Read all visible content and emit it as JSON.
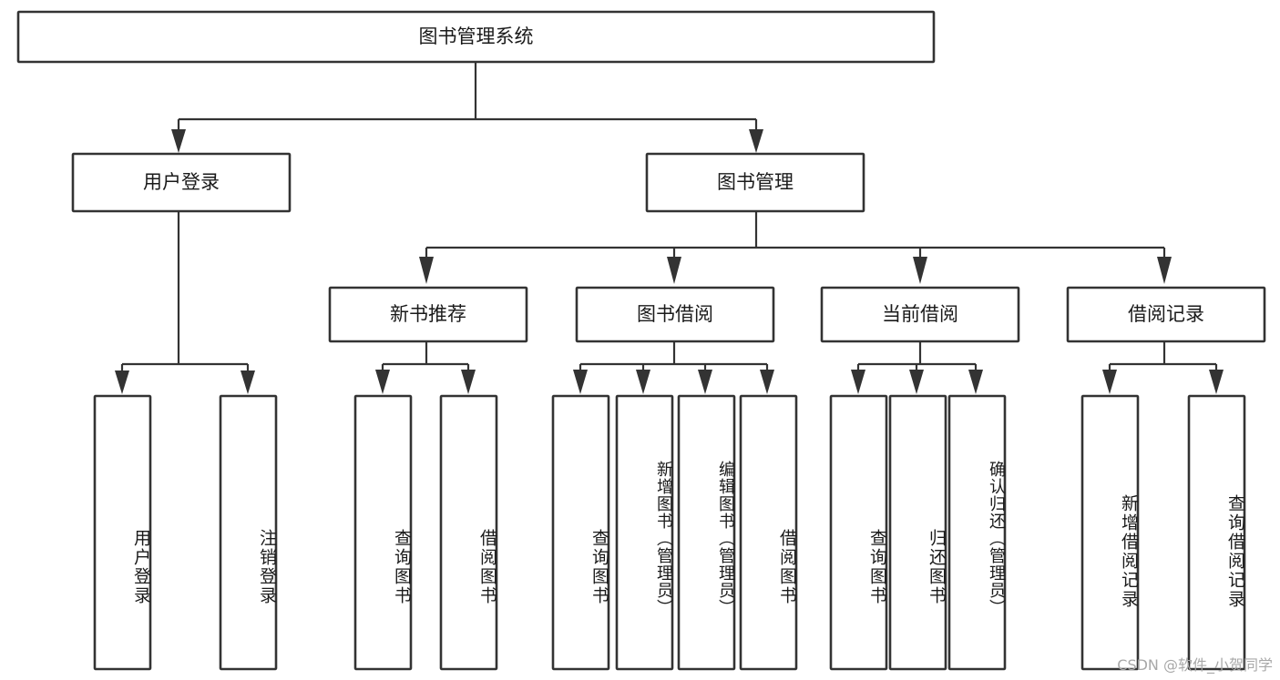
{
  "diagram": {
    "type": "tree",
    "title": "图书管理系统",
    "root": {
      "id": "root",
      "label": "图书管理系统",
      "orientation": "horizontal"
    },
    "level2": [
      {
        "id": "user-login",
        "label": "用户登录",
        "orientation": "horizontal"
      },
      {
        "id": "book-manage",
        "label": "图书管理",
        "orientation": "horizontal"
      }
    ],
    "level3": [
      {
        "id": "new-book-recommend",
        "label": "新书推荐",
        "orientation": "horizontal"
      },
      {
        "id": "book-borrow",
        "label": "图书借阅",
        "orientation": "horizontal"
      },
      {
        "id": "current-borrow",
        "label": "当前借阅",
        "orientation": "horizontal"
      },
      {
        "id": "borrow-record",
        "label": "借阅记录",
        "orientation": "horizontal"
      }
    ],
    "leaves": {
      "user-login": [
        {
          "id": "leaf-user-login",
          "label": "用户登录",
          "orientation": "vertical"
        },
        {
          "id": "leaf-user-logout",
          "label": "注销登录",
          "orientation": "vertical"
        }
      ],
      "new-book-recommend": [
        {
          "id": "leaf-query-book-1",
          "label": "查询图书",
          "orientation": "vertical"
        },
        {
          "id": "leaf-borrow-book-1",
          "label": "借阅图书",
          "orientation": "vertical"
        }
      ],
      "book-borrow": [
        {
          "id": "leaf-query-book-2",
          "label": "查询图书",
          "orientation": "vertical"
        },
        {
          "id": "leaf-add-book-admin",
          "label": "新增图书（管理员）",
          "orientation": "vertical"
        },
        {
          "id": "leaf-edit-book-admin",
          "label": "编辑图书（管理员）",
          "orientation": "vertical"
        },
        {
          "id": "leaf-borrow-book-2",
          "label": "借阅图书",
          "orientation": "vertical"
        }
      ],
      "current-borrow": [
        {
          "id": "leaf-query-book-3",
          "label": "查询图书",
          "orientation": "vertical"
        },
        {
          "id": "leaf-return-book",
          "label": "归还图书",
          "orientation": "vertical"
        },
        {
          "id": "leaf-confirm-return-admin",
          "label": "确认归还（管理员）",
          "orientation": "vertical"
        }
      ],
      "borrow-record": [
        {
          "id": "leaf-add-borrow-record",
          "label": "新增借阅记录",
          "orientation": "vertical"
        },
        {
          "id": "leaf-query-borrow-record",
          "label": "查询借阅记录",
          "orientation": "vertical"
        }
      ]
    },
    "colors": {
      "box_fill": "#ffffff",
      "box_stroke": "#333333",
      "text": "#1a1a1a",
      "background": "#ffffff",
      "watermark": "#a8a8a8"
    }
  },
  "watermark": {
    "text": "CSDN @软件_小贺同学"
  }
}
